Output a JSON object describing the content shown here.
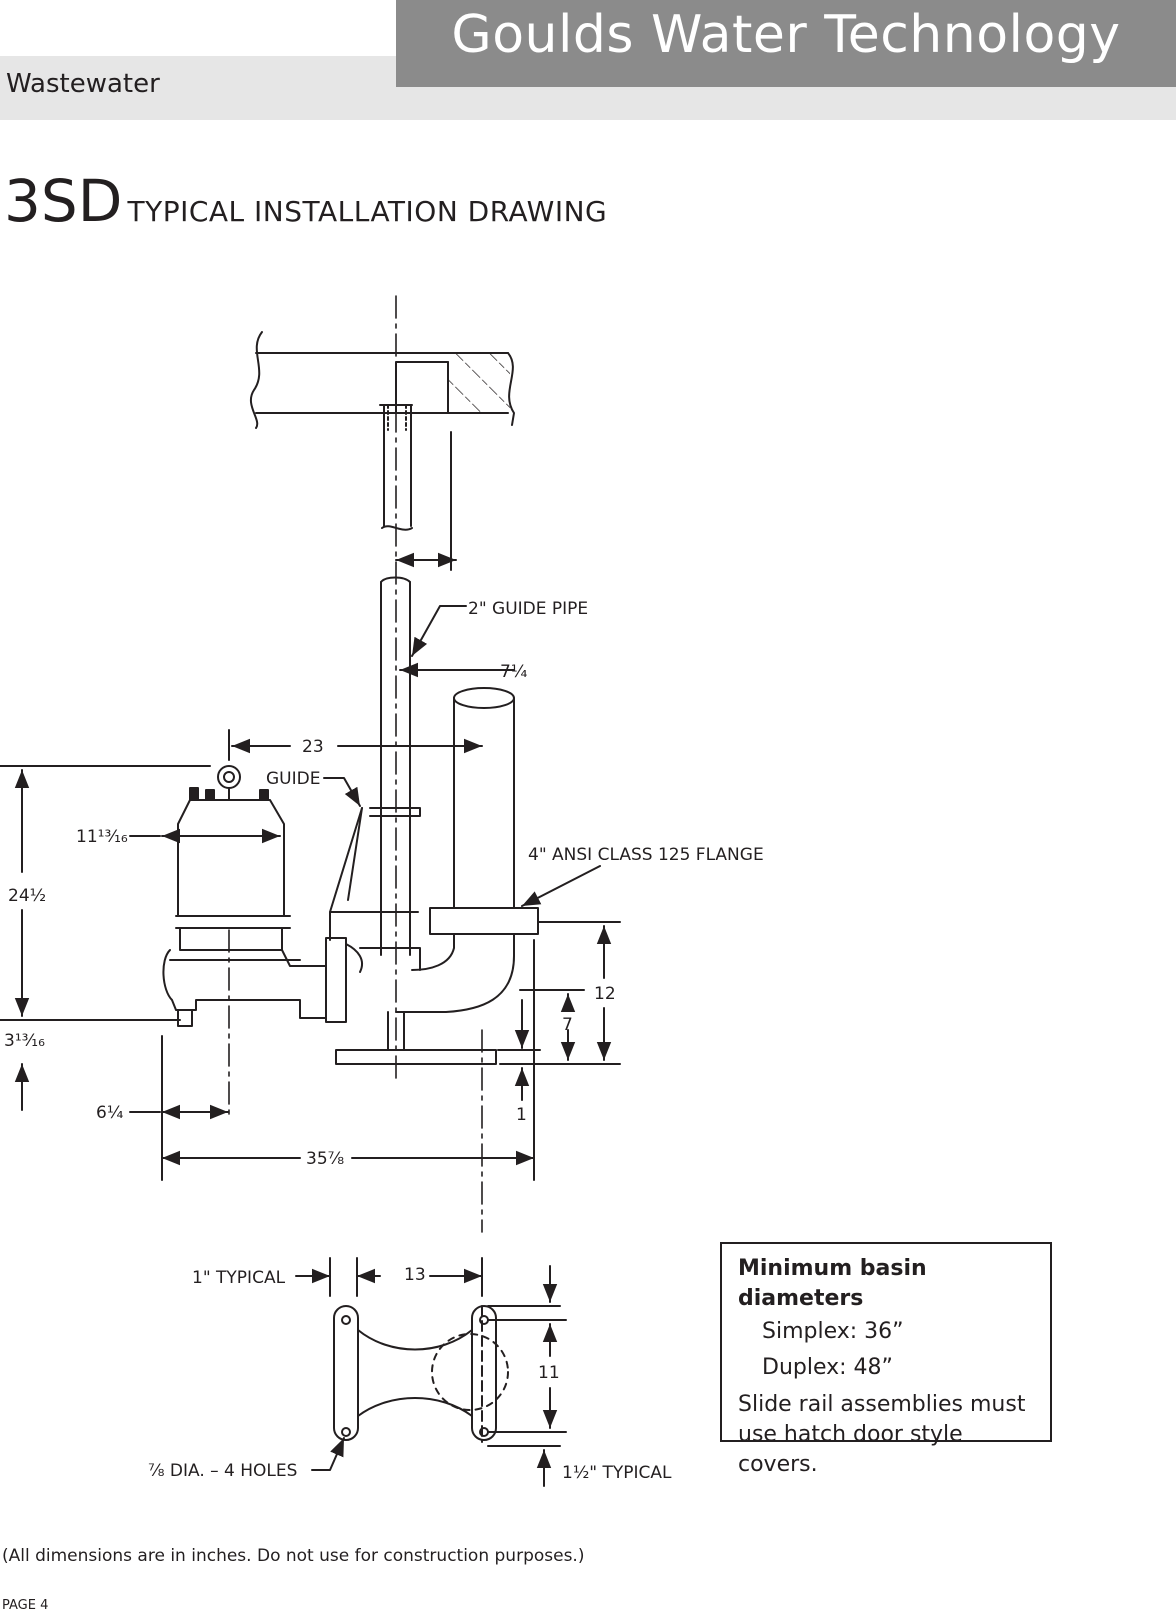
{
  "header": {
    "brand": "Goulds Water Technology",
    "section": "Wastewater"
  },
  "title": {
    "model": "3SD",
    "subtitle": "TYPICAL INSTALLATION DRAWING"
  },
  "drawing": {
    "labels": {
      "guide_pipe": "2\" GUIDE PIPE",
      "dim_7_1_4": "7¼",
      "dim_23": "23",
      "guide": "GUIDE",
      "dim_11_13_16": "11¹³⁄₁₆",
      "flange": "4\" ANSI CLASS 125 FLANGE",
      "dim_24_1_2": "24½",
      "dim_12": "12",
      "dim_7": "7",
      "dim_3_13_16": "3¹³⁄₁₆",
      "dim_6_1_4": "6¼",
      "dim_1": "1",
      "dim_35_7_8": "35⅞",
      "one_inch_typical": "1\" TYPICAL",
      "dim_13": "13",
      "dim_11": "11",
      "holes": "⅞ DIA. – 4 HOLES",
      "one_half_typical": "1½\" TYPICAL"
    }
  },
  "infobox": {
    "heading": "Minimum basin diameters",
    "simplex": "Simplex: 36”",
    "duplex": "Duplex:  48”",
    "note": "Slide rail assemblies must use hatch door style covers."
  },
  "footnote": "(All dimensions are in inches. Do not use for construction purposes.)",
  "page": "PAGE 4"
}
